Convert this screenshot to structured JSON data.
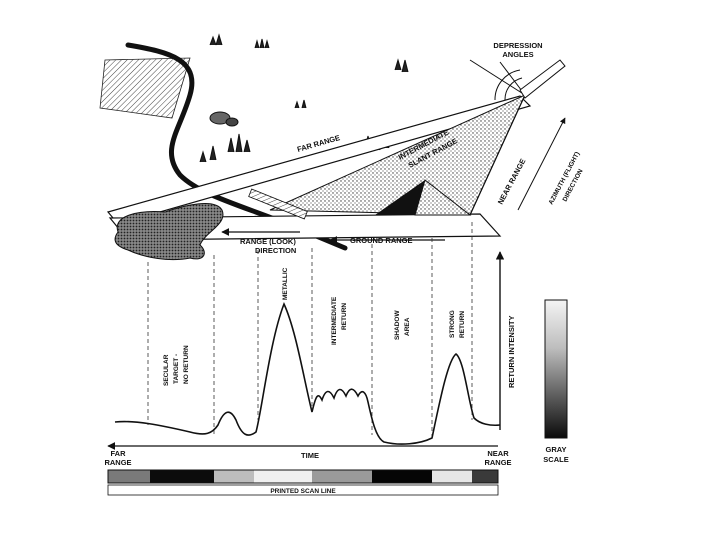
{
  "diagram": {
    "depression_angles": [
      "DEPRESSION",
      "ANGLES"
    ],
    "far_range_upper": "FAR RANGE",
    "intermediate_slant_range": [
      "INTERMEDIATE",
      "SLANT RANGE"
    ],
    "near_range_upper": "NEAR RANGE",
    "azimuth_direction": [
      "AZIMUTH (FLIGHT)",
      "DIRECTION"
    ],
    "range_look_direction": [
      "RANGE (LOOK)",
      "DIRECTION"
    ],
    "ground_range": "GROUND RANGE",
    "zones": {
      "specular": [
        "SECULAR",
        "TARGET -",
        "NO RETURN"
      ],
      "metallic": "METALLIC",
      "intermediate": [
        "INTERMEDIATE",
        "RETURN"
      ],
      "shadow": [
        "SHADOW",
        "AREA"
      ],
      "strong": [
        "STRONG",
        "RETURN"
      ]
    },
    "return_intensity": "RETURN INTENSITY",
    "time": "TIME",
    "far_range_bottom": [
      "FAR",
      "RANGE"
    ],
    "near_range_bottom": [
      "NEAR",
      "RANGE"
    ],
    "gray_scale": [
      "GRAY",
      "SCALE"
    ],
    "printed_scan_line": "PRINTED SCAN LINE"
  }
}
